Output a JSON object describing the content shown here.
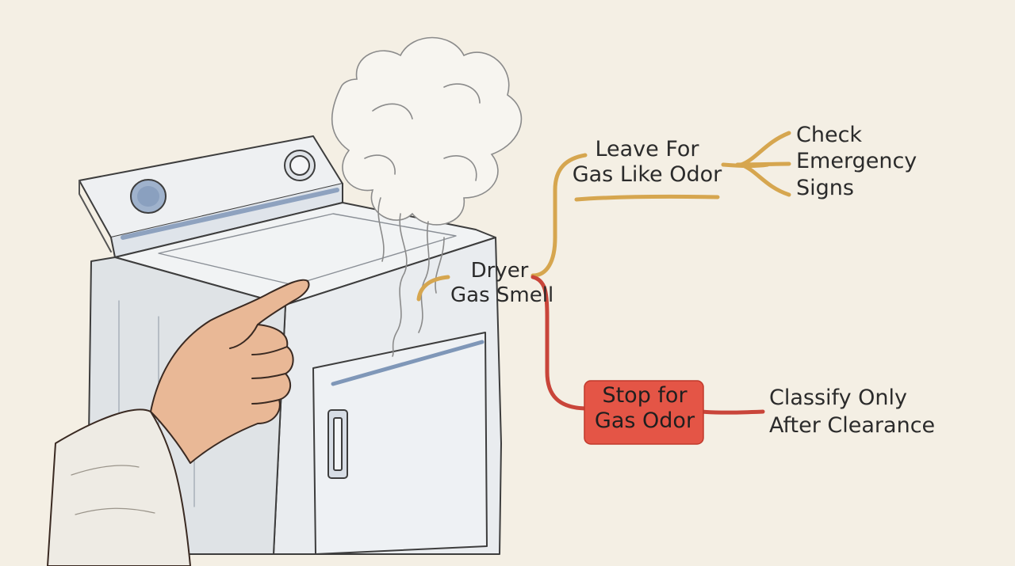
{
  "diagram": {
    "root": {
      "lines": [
        "Dryer",
        "Gas Smell"
      ]
    },
    "branch_upper": {
      "lines": [
        "Leave For",
        "Gas Like Odor"
      ],
      "color": "#d6a64f"
    },
    "branch_upper_child": {
      "lines": [
        "Check",
        "Emergency",
        "Signs"
      ]
    },
    "branch_lower": {
      "lines": [
        "Stop for",
        "Gas Odor"
      ],
      "color": "#e45546"
    },
    "branch_lower_child": {
      "lines": [
        "Classify Only",
        "After Clearance"
      ]
    }
  },
  "colors": {
    "background": "#f4efe4",
    "warning_red": "#e45546",
    "branch_gold": "#d6a64f",
    "appliance_blue": "#a9b9cf"
  },
  "illustration": {
    "subject": "gas dryer with rising smoke and a pointing hand"
  }
}
